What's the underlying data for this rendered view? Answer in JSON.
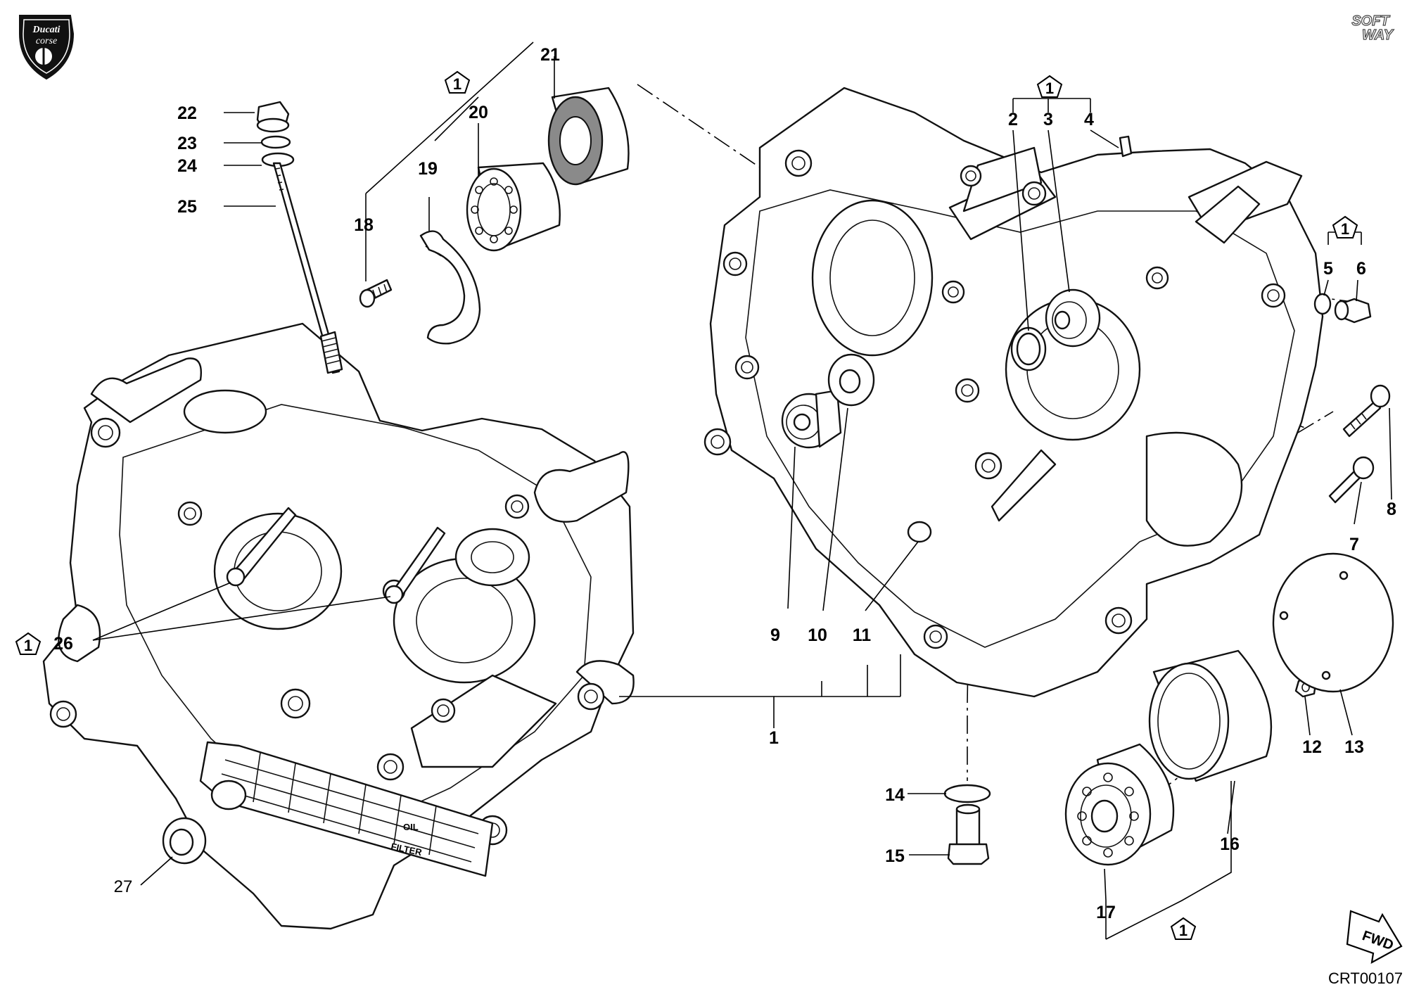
{
  "brand": {
    "line1": "Ducati",
    "line2": "corse"
  },
  "software_logo": {
    "line1": "SOFT",
    "line2": "WAY"
  },
  "drawing_code": "CRT00107",
  "direction_marker": "FWD",
  "stamp": {
    "oil": "OIL",
    "filter": "FILTER"
  },
  "note_badge": "1",
  "callouts": {
    "c1": "1",
    "c2": "2",
    "c3": "3",
    "c4": "4",
    "c5": "5",
    "c6": "6",
    "c7": "7",
    "c8": "8",
    "c9": "9",
    "c10": "10",
    "c11": "11",
    "c12": "12",
    "c13": "13",
    "c14": "14",
    "c15": "15",
    "c16": "16",
    "c17": "17",
    "c18": "18",
    "c19": "19",
    "c20": "20",
    "c21": "21",
    "c22": "22",
    "c23": "23",
    "c24": "24",
    "c25": "25",
    "c26": "26",
    "c27": "27"
  },
  "colors": {
    "line": "#111111",
    "background": "#ffffff",
    "shaded_seal": "#8a8a8a"
  }
}
